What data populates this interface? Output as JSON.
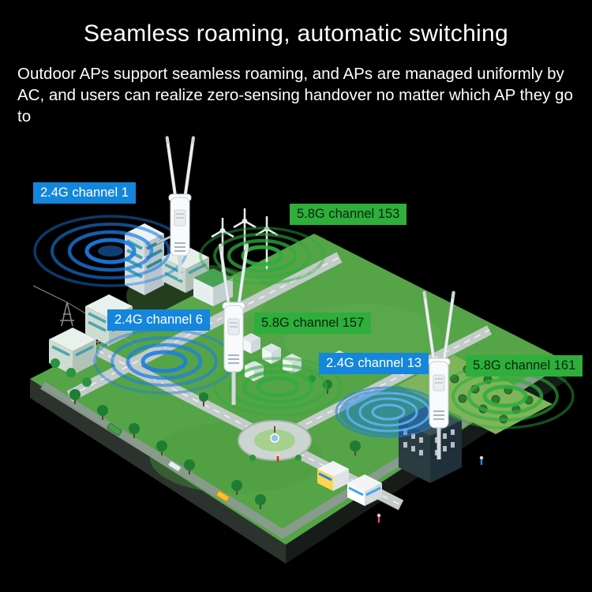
{
  "page": {
    "title": "Seamless roaming, automatic switching",
    "subtitle": "Outdoor APs support seamless roaming, and APs are managed uniformly by AC, and users can realize zero-sensing handover no matter which AP they go to"
  },
  "channel_labels": [
    {
      "text": "2.4G channel 1",
      "band": "2.4G",
      "channel": 1,
      "color": "#1486dc"
    },
    {
      "text": "5.8G channel 153",
      "band": "5.8G",
      "channel": 153,
      "color": "#2fae3c"
    },
    {
      "text": "2.4G channel 6",
      "band": "2.4G",
      "channel": 6,
      "color": "#1486dc"
    },
    {
      "text": "5.8G channel 157",
      "band": "5.8G",
      "channel": 157,
      "color": "#2fae3c"
    },
    {
      "text": "2.4G channel 13",
      "band": "2.4G",
      "channel": 13,
      "color": "#1486dc"
    },
    {
      "text": "5.8G channel 161",
      "band": "5.8G",
      "channel": 161,
      "color": "#2fae3c"
    }
  ],
  "scene": {
    "access_point_count": 3,
    "coverage_colors": {
      "band_2_4g": "#1d7de4",
      "band_5_8g": "#2fae3c"
    }
  }
}
